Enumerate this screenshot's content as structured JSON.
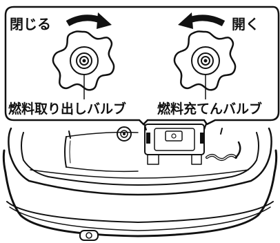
{
  "labels": {
    "close": "閉じる",
    "open": "開く",
    "outlet_valve": "燃料取り出しバルブ",
    "fill_valve": "燃料充てんバルブ"
  },
  "colors": {
    "ink": "#111111",
    "paper": "#ffffff"
  },
  "icons": {
    "close_arrow": "curved-arrow-clockwise-icon",
    "open_arrow": "curved-arrow-counterclockwise-icon"
  }
}
